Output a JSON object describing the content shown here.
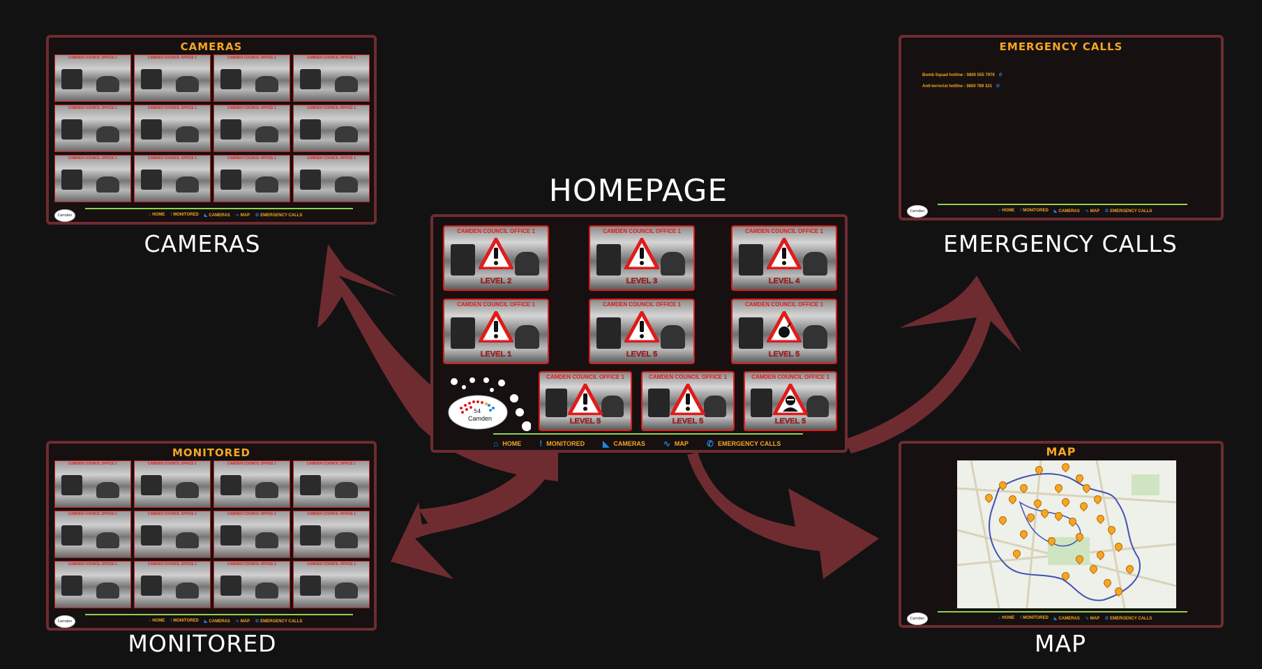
{
  "labels": {
    "homepage": "HOMEPAGE",
    "cameras": "CAMERAS",
    "emergency_calls": "EMERGENCY CALLS",
    "monitored": "MONITORED",
    "map": "MAP"
  },
  "screen_titles": {
    "cameras": "CAMERAS",
    "emergency_calls": "EMERGENCY CALLS",
    "monitored": "MONITORED",
    "map": "MAP"
  },
  "camera_caption": "CAMDEN COUNCIL OFFICE 1",
  "homepage_cameras": [
    {
      "caption": "CAMDEN COUNCIL OFFICE 1",
      "level": "LEVEL 2",
      "symbol": "exclamation-icon"
    },
    {
      "caption": "CAMDEN COUNCIL OFFICE 1",
      "level": "LEVEL 3",
      "symbol": "exclamation-icon"
    },
    {
      "caption": "CAMDEN COUNCIL OFFICE 1",
      "level": "LEVEL 4",
      "symbol": "exclamation-icon"
    },
    {
      "caption": "CAMDEN COUNCIL OFFICE 1",
      "level": "LEVEL 1",
      "symbol": "exclamation-icon"
    },
    {
      "caption": "CAMDEN COUNCIL OFFICE 1",
      "level": "LEVEL 5",
      "symbol": "exclamation-icon"
    },
    {
      "caption": "CAMDEN COUNCIL OFFICE 1",
      "level": "LEVEL 5",
      "symbol": "bomb-icon"
    },
    {
      "caption": "CAMDEN COUNCIL OFFICE 1",
      "level": "LEVEL 5",
      "symbol": "exclamation-icon"
    },
    {
      "caption": "CAMDEN COUNCIL OFFICE 1",
      "level": "LEVEL 5",
      "symbol": "exclamation-icon"
    },
    {
      "caption": "CAMDEN COUNCIL OFFICE 1",
      "level": "LEVEL 5",
      "symbol": "masked-person-icon"
    }
  ],
  "nav": {
    "home": "HOME",
    "monitored": "MONITORED",
    "cameras": "CAMERAS",
    "map": "MAP",
    "emergency_calls": "EMERGENCY CALLS"
  },
  "nav_icons": [
    "home-icon",
    "exclamation-icon",
    "cctv-icon",
    "map-route-icon",
    "phone-icon"
  ],
  "logo": {
    "number": "54",
    "name": "Camden"
  },
  "emergency_lines": [
    "Bomb Squad hotline : 0800 555 7979",
    "Anti-terrorist hotline : 0800 789 321"
  ],
  "colors": {
    "background": "#121212",
    "frame": "#6e2c31",
    "title": "#f5a623",
    "alert_red": "#e01b1b",
    "nav_icon_blue": "#1e88e5",
    "nav_line_green": "#8fd14f"
  }
}
